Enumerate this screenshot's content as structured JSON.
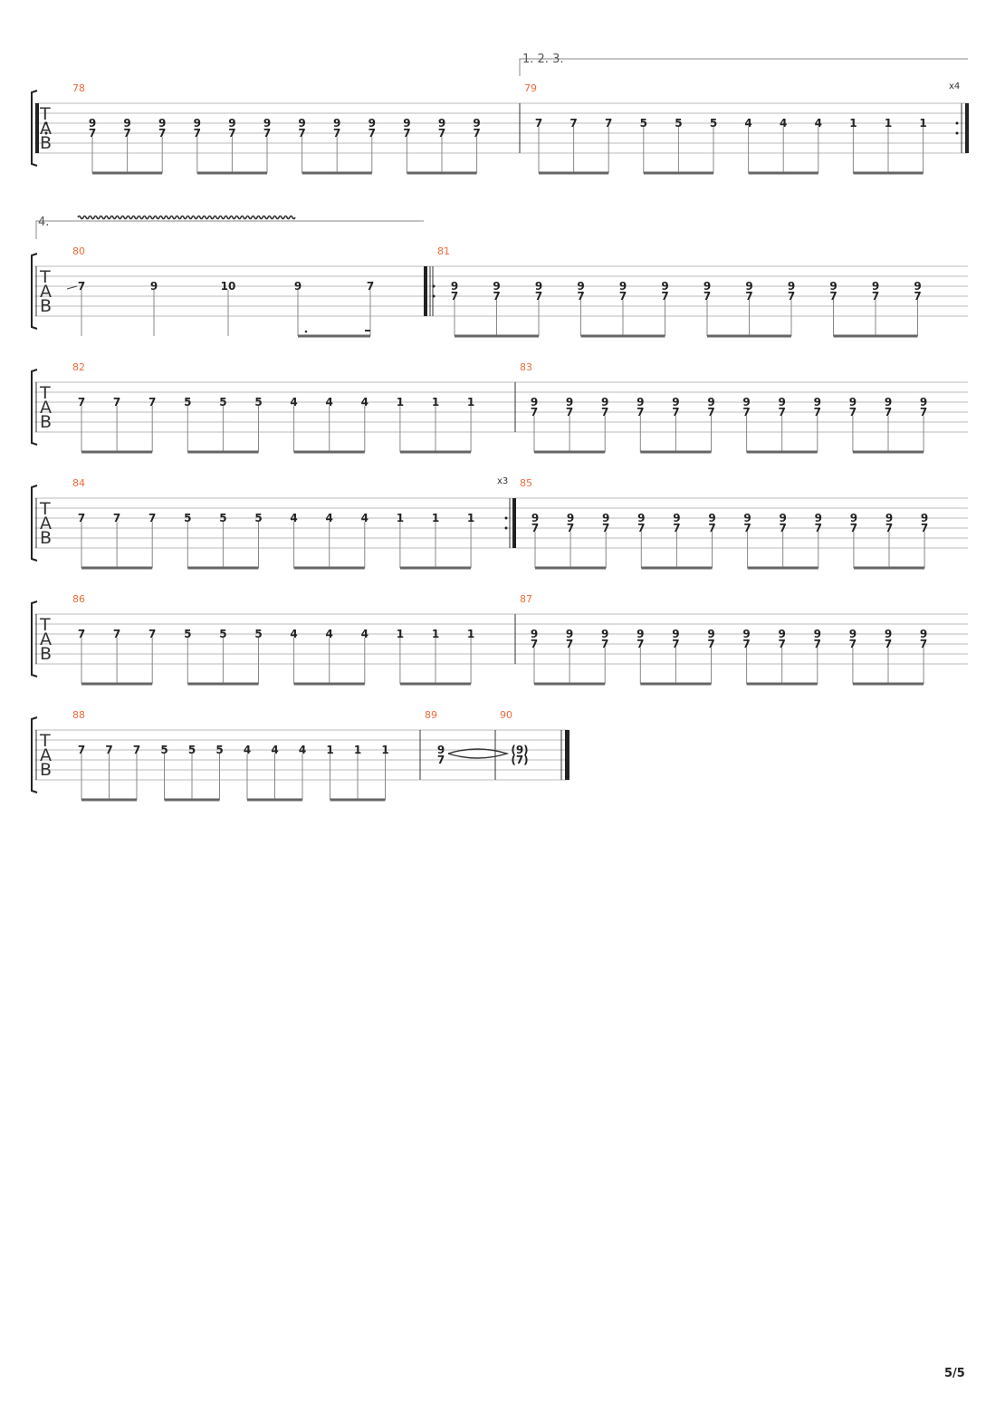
{
  "tab_clef": [
    "T",
    "A",
    "B"
  ],
  "page_number": "5/5",
  "voltas": [
    {
      "label": "1. 2. 3."
    },
    {
      "label": "4."
    }
  ],
  "repeat_counts": [
    "x4",
    "x3"
  ],
  "systems": [
    {
      "measures": [
        {
          "number": "78",
          "notes": [
            [
              "9",
              "7"
            ],
            [
              "9",
              "7"
            ],
            [
              "9",
              "7"
            ],
            [
              "9",
              "7"
            ],
            [
              "9",
              "7"
            ],
            [
              "9",
              "7"
            ],
            [
              "9",
              "7"
            ],
            [
              "9",
              "7"
            ],
            [
              "9",
              "7"
            ],
            [
              "9",
              "7"
            ],
            [
              "9",
              "7"
            ],
            [
              "9",
              "7"
            ]
          ]
        },
        {
          "number": "79",
          "notes": [
            [
              "7"
            ],
            [
              "7"
            ],
            [
              "7"
            ],
            [
              "5"
            ],
            [
              "5"
            ],
            [
              "5"
            ],
            [
              "4"
            ],
            [
              "4"
            ],
            [
              "4"
            ],
            [
              "1"
            ],
            [
              "1"
            ],
            [
              "1"
            ]
          ]
        }
      ]
    },
    {
      "measures": [
        {
          "number": "80",
          "notes": [
            [
              "7"
            ],
            [
              "9"
            ],
            [
              "10"
            ],
            [
              "9"
            ],
            [
              "7"
            ]
          ]
        },
        {
          "number": "81",
          "notes": [
            [
              "9",
              "7"
            ],
            [
              "9",
              "7"
            ],
            [
              "9",
              "7"
            ],
            [
              "9",
              "7"
            ],
            [
              "9",
              "7"
            ],
            [
              "9",
              "7"
            ],
            [
              "9",
              "7"
            ],
            [
              "9",
              "7"
            ],
            [
              "9",
              "7"
            ],
            [
              "9",
              "7"
            ],
            [
              "9",
              "7"
            ],
            [
              "9",
              "7"
            ]
          ]
        }
      ]
    },
    {
      "measures": [
        {
          "number": "82",
          "notes": [
            [
              "7"
            ],
            [
              "7"
            ],
            [
              "7"
            ],
            [
              "5"
            ],
            [
              "5"
            ],
            [
              "5"
            ],
            [
              "4"
            ],
            [
              "4"
            ],
            [
              "4"
            ],
            [
              "1"
            ],
            [
              "1"
            ],
            [
              "1"
            ]
          ]
        },
        {
          "number": "83",
          "notes": [
            [
              "9",
              "7"
            ],
            [
              "9",
              "7"
            ],
            [
              "9",
              "7"
            ],
            [
              "9",
              "7"
            ],
            [
              "9",
              "7"
            ],
            [
              "9",
              "7"
            ],
            [
              "9",
              "7"
            ],
            [
              "9",
              "7"
            ],
            [
              "9",
              "7"
            ],
            [
              "9",
              "7"
            ],
            [
              "9",
              "7"
            ],
            [
              "9",
              "7"
            ]
          ]
        }
      ]
    },
    {
      "measures": [
        {
          "number": "84",
          "notes": [
            [
              "7"
            ],
            [
              "7"
            ],
            [
              "7"
            ],
            [
              "5"
            ],
            [
              "5"
            ],
            [
              "5"
            ],
            [
              "4"
            ],
            [
              "4"
            ],
            [
              "4"
            ],
            [
              "1"
            ],
            [
              "1"
            ],
            [
              "1"
            ]
          ]
        },
        {
          "number": "85",
          "notes": [
            [
              "9",
              "7"
            ],
            [
              "9",
              "7"
            ],
            [
              "9",
              "7"
            ],
            [
              "9",
              "7"
            ],
            [
              "9",
              "7"
            ],
            [
              "9",
              "7"
            ],
            [
              "9",
              "7"
            ],
            [
              "9",
              "7"
            ],
            [
              "9",
              "7"
            ],
            [
              "9",
              "7"
            ],
            [
              "9",
              "7"
            ],
            [
              "9",
              "7"
            ]
          ]
        }
      ]
    },
    {
      "measures": [
        {
          "number": "86",
          "notes": [
            [
              "7"
            ],
            [
              "7"
            ],
            [
              "7"
            ],
            [
              "5"
            ],
            [
              "5"
            ],
            [
              "5"
            ],
            [
              "4"
            ],
            [
              "4"
            ],
            [
              "4"
            ],
            [
              "1"
            ],
            [
              "1"
            ],
            [
              "1"
            ]
          ]
        },
        {
          "number": "87",
          "notes": [
            [
              "9",
              "7"
            ],
            [
              "9",
              "7"
            ],
            [
              "9",
              "7"
            ],
            [
              "9",
              "7"
            ],
            [
              "9",
              "7"
            ],
            [
              "9",
              "7"
            ],
            [
              "9",
              "7"
            ],
            [
              "9",
              "7"
            ],
            [
              "9",
              "7"
            ],
            [
              "9",
              "7"
            ],
            [
              "9",
              "7"
            ],
            [
              "9",
              "7"
            ]
          ]
        }
      ]
    },
    {
      "measures": [
        {
          "number": "88",
          "notes": [
            [
              "7"
            ],
            [
              "7"
            ],
            [
              "7"
            ],
            [
              "5"
            ],
            [
              "5"
            ],
            [
              "5"
            ],
            [
              "4"
            ],
            [
              "4"
            ],
            [
              "4"
            ],
            [
              "1"
            ],
            [
              "1"
            ],
            [
              "1"
            ]
          ]
        },
        {
          "number": "89",
          "notes": [
            [
              "9",
              "7"
            ]
          ]
        },
        {
          "number": "90",
          "notes": [
            [
              "(9)",
              "(7)"
            ]
          ]
        }
      ]
    }
  ]
}
